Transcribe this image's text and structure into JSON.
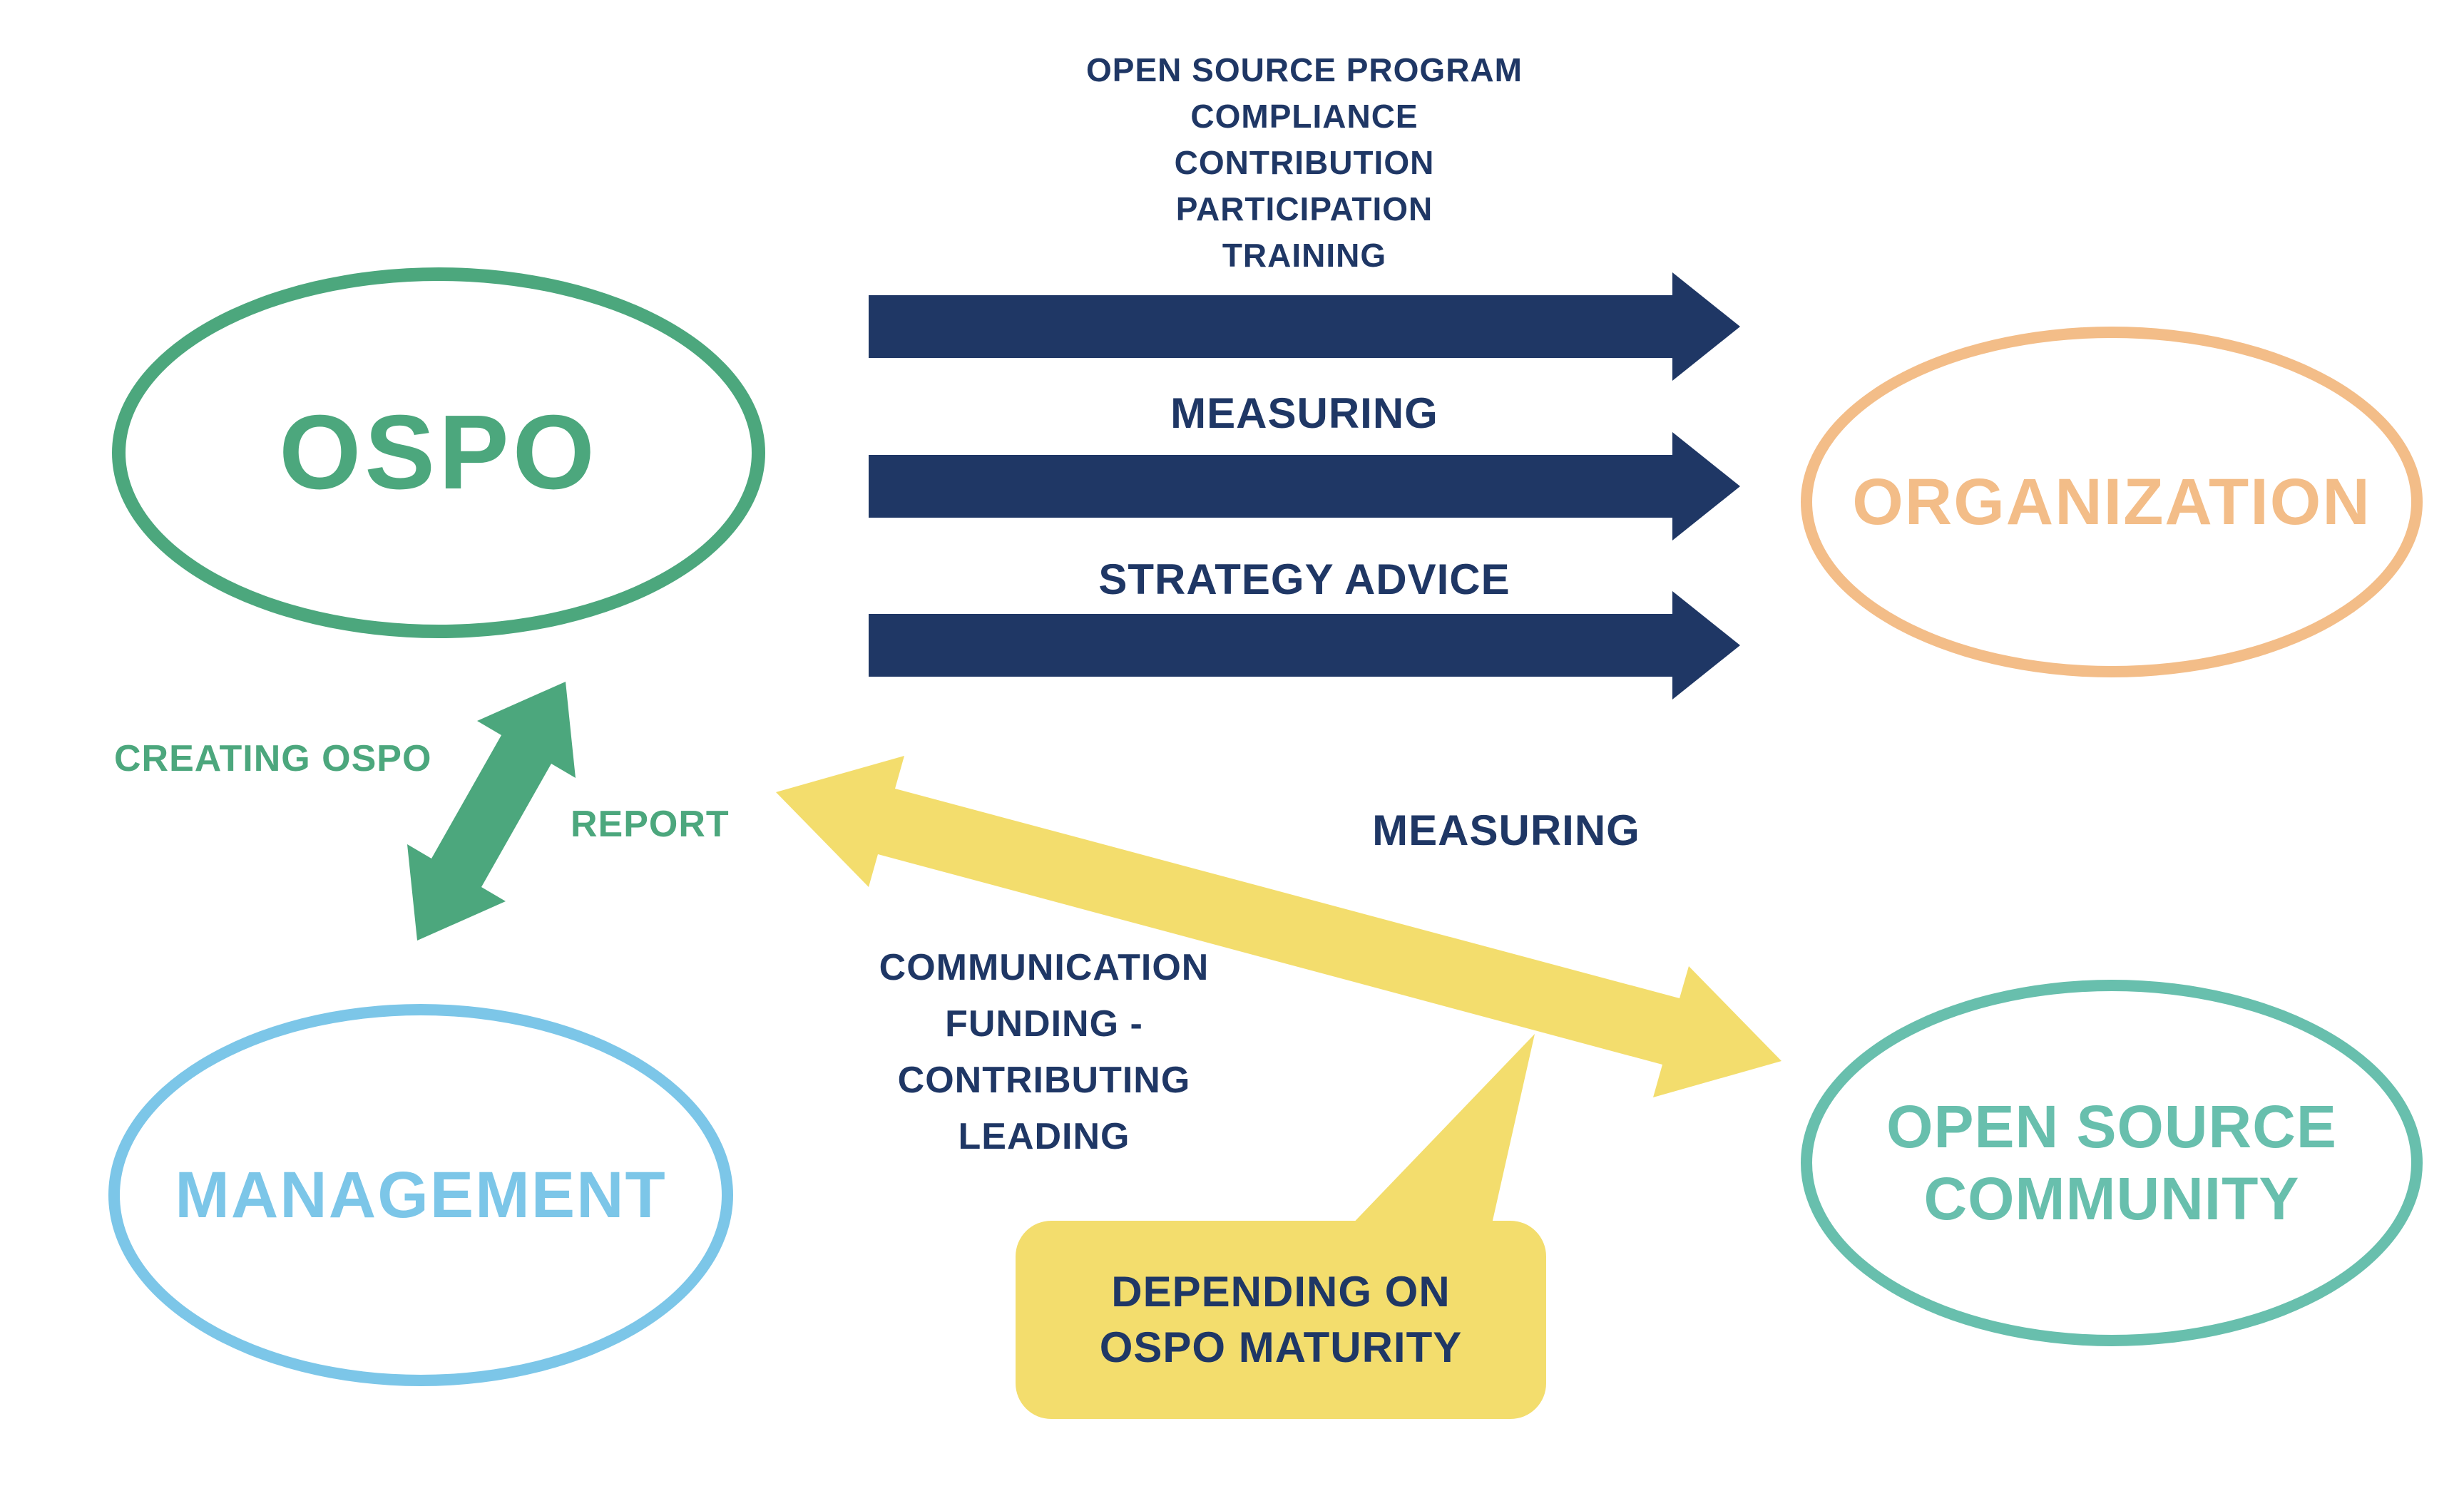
{
  "colors": {
    "green": "#4CA77D",
    "orange": "#F3BD88",
    "blue": "#7CC6E8",
    "teal": "#68BFAD",
    "navy": "#1F3765",
    "yellow": "#F3DD6D"
  },
  "nodes": {
    "ospo": {
      "label": "OSPO"
    },
    "organization": {
      "label": "ORGANIZATION"
    },
    "management": {
      "label": "MANAGEMENT"
    },
    "community": {
      "lines": [
        "OPEN SOURCE",
        "COMMUNITY"
      ]
    }
  },
  "flows": {
    "to_organization": {
      "topics": [
        "OPEN SOURCE PROGRAM",
        "COMPLIANCE",
        "CONTRIBUTION",
        "PARTICIPATION",
        "TRAINING"
      ],
      "measuring": "MEASURING",
      "strategy": "STRATEGY ADVICE"
    },
    "with_management": {
      "creating": "CREATING OSPO",
      "report": "REPORT"
    },
    "with_community": {
      "measuring": "MEASURING",
      "topics": [
        "COMMUNICATION",
        "FUNDING -",
        "CONTRIBUTING",
        "LEADING"
      ]
    }
  },
  "callout": {
    "lines": [
      "DEPENDING ON",
      "OSPO MATURITY"
    ]
  }
}
